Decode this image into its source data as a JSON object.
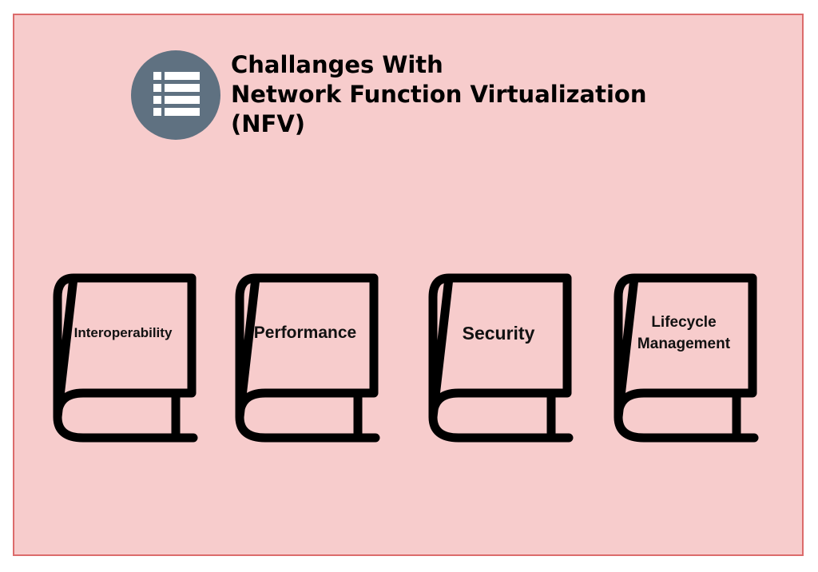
{
  "title": {
    "line1": "Challanges With",
    "line2": "Network Function Virtualization",
    "line3": "(NFV)"
  },
  "header_icon": "list-icon",
  "colors": {
    "panel_background": "#f7cccc",
    "panel_border": "#dc6b6b",
    "icon_circle": "#5f7181",
    "book_stroke": "#000000"
  },
  "challenges": [
    {
      "lines": [
        "Interoperability"
      ],
      "icon": "book-icon"
    },
    {
      "lines": [
        "Performance"
      ],
      "icon": "book-icon"
    },
    {
      "lines": [
        "Security"
      ],
      "icon": "book-icon"
    },
    {
      "lines": [
        "Lifecycle",
        "Management"
      ],
      "icon": "book-icon"
    }
  ]
}
